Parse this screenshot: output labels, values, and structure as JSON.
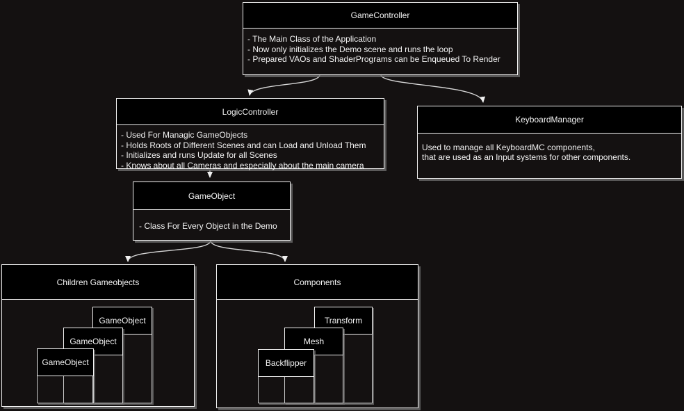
{
  "canvas": {
    "background": "#141111",
    "border_color": "#f2f2f2",
    "header_fill": "#000000",
    "text_color": "#f2f2f2",
    "connector_color": "#d6d6d6",
    "shadow_color": "#737373"
  },
  "nodes": {
    "game_controller": {
      "title": "GameController",
      "lines": [
        "- The Main Class of the Application",
        "- Now only initializes the Demo scene and runs the loop",
        "- Prepared VAOs and ShaderPrograms can be Enqueued To Render"
      ]
    },
    "logic_controller": {
      "title": "LogicController",
      "lines": [
        "- Used For Managic GameObjects",
        "- Holds Roots of Different Scenes and can Load and Unload Them",
        "- Initializes and runs Update for all Scenes",
        "- Knows about all Cameras and especially about the main camera"
      ]
    },
    "keyboard_manager": {
      "title": "KeyboardManager",
      "lines": [
        "Used to manage all KeyboardMC components,",
        "that are used as an Input systems for other components."
      ]
    },
    "game_object": {
      "title": "GameObject",
      "lines": [
        "- Class For Every Object in the Demo"
      ]
    },
    "children_gameobjects": {
      "title": "Children Gameobjects",
      "items": [
        "GameObject",
        "GameObject",
        "GameObject"
      ]
    },
    "components": {
      "title": "Components",
      "items": [
        "Transform",
        "Mesh",
        "Backflipper"
      ]
    }
  }
}
